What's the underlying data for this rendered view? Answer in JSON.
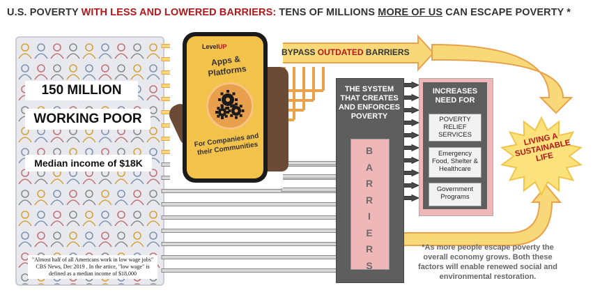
{
  "title": {
    "part1": "U.S. POVERTY ",
    "part2": "WITH LESS AND LOWERED BARRIERS:",
    "part3": "  TENS OF MILLIONS ",
    "part4": "MORE OF US",
    "part5": " CAN ESCAPE POVERTY *"
  },
  "people": {
    "count_label": "150 MILLION",
    "group_label": "WORKING POOR",
    "income_label": "Median income of $18K",
    "footnote": "\"Almost half of all Americans work in low wage jobs\" CBS News, Dec 2019 . In the artice, \"low wage\" is defined as a median income of $18,000"
  },
  "phone": {
    "brand_prefix": "Level",
    "brand_suffix": "UP",
    "apps_label": "Apps & Platforms",
    "companies_label": "For Companies and their Communities"
  },
  "bypass": {
    "part1": "BYPASS ",
    "part2": "OUTDATED",
    "part3": " BARRIERS"
  },
  "system": {
    "label": "THE SYSTEM THAT CREATES AND ENFORCES POVERTY",
    "barriers_letters": [
      "B",
      "A",
      "R",
      "R",
      "I",
      "E",
      "R",
      "S"
    ]
  },
  "increases": {
    "heading": "INCREASES NEED FOR",
    "items": [
      "POVERTY RELIEF SERVICES",
      "Emergency Food, Shelter & Healthcare",
      "Government Programs"
    ]
  },
  "goal": {
    "label": "LIVING A SUSTAINABLE LIFE"
  },
  "note": "*As more people escape poverty the overall economy grows. Both these factors will enable renewed social and environmental restoration.",
  "colors": {
    "accent_red": "#b2181b",
    "arrow_yellow": "#f7d97a",
    "arrow_orange_stroke": "#e9a14a",
    "system_gray": "#5e5e5e",
    "barrier_pink": "#efb7b7"
  }
}
